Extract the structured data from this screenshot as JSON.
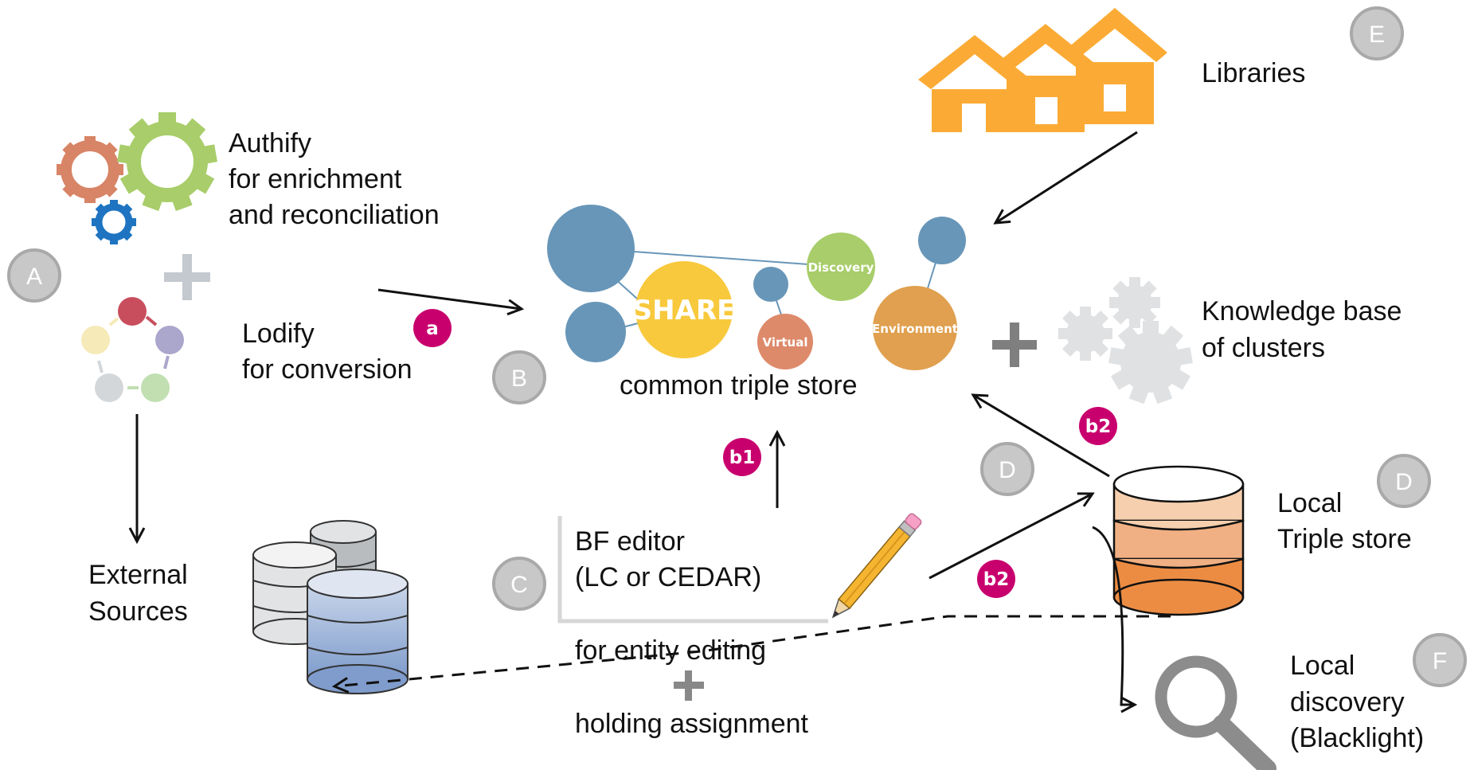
{
  "labels": {
    "authify_line1": "Authify",
    "authify_line2": "for enrichment",
    "authify_line3": "and reconciliation",
    "lodify_line1": "Lodify",
    "lodify_line2": "for conversion",
    "external_line1": "External",
    "external_line2": "Sources",
    "common_store": "common triple store",
    "libraries": "Libraries",
    "knowledge_line1": "Knowledge base",
    "knowledge_line2": "of clusters",
    "bf_line1": "BF editor",
    "bf_line2": "(LC or CEDAR)",
    "entity_editing": "for entity editing",
    "holding": "holding assignment",
    "local_store_line1": "Local",
    "local_store_line2": "Triple store",
    "local_disc_line1": "Local",
    "local_disc_line2": "discovery",
    "local_disc_line3": "(Blacklight)"
  },
  "bubbles": {
    "share": "SHARE",
    "discovery": "Discovery",
    "virtual": "Virtual",
    "environment": "Environment"
  },
  "badges": {
    "a": "A",
    "b": "B",
    "c": "C",
    "d1": "D",
    "d2": "D",
    "e": "E",
    "f": "F"
  },
  "pink_badges": {
    "a": "a",
    "b1": "b1",
    "b2_top": "b2",
    "b2_bottom": "b2"
  },
  "colors": {
    "badge_gray": "#c8c8c8",
    "pink": "#c8006e",
    "house_orange": "#fbab35",
    "bubble_blue": "#6896b8",
    "bubble_yellow": "#f8c93d",
    "bubble_green": "#a8cd6a",
    "bubble_salmon": "#dd8a6a",
    "bubble_orange": "#e0a04f"
  }
}
